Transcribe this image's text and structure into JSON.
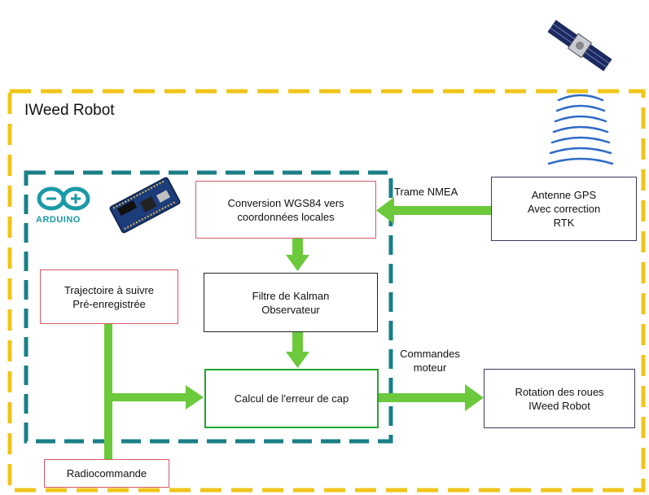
{
  "robot": {
    "title": "IWeed Robot"
  },
  "arduino": {
    "logo_text": "ARDUINO"
  },
  "blocks": {
    "conversion": "Conversion WGS84  vers\ncoordonnées locales",
    "kalman": "Filtre de Kalman\nObservateur",
    "calcul": "Calcul de l'erreur de cap",
    "trajectoire": "Trajectoire à suivre\nPré-enregistrée",
    "radiocommande": "Radiocommande",
    "antenne": "Antenne GPS\nAvec correction\nRTK",
    "rotation": "Rotation des roues\nIWeed Robot"
  },
  "labels": {
    "trame": "Trame NMEA",
    "commandes": "Commandes\nmoteur"
  },
  "colors": {
    "outer_border": "#f0c419",
    "arduino_border": "#1a7f86",
    "arrow": "#6cc93b",
    "red_box": "#d45a6a",
    "green_box": "#22a52e"
  }
}
